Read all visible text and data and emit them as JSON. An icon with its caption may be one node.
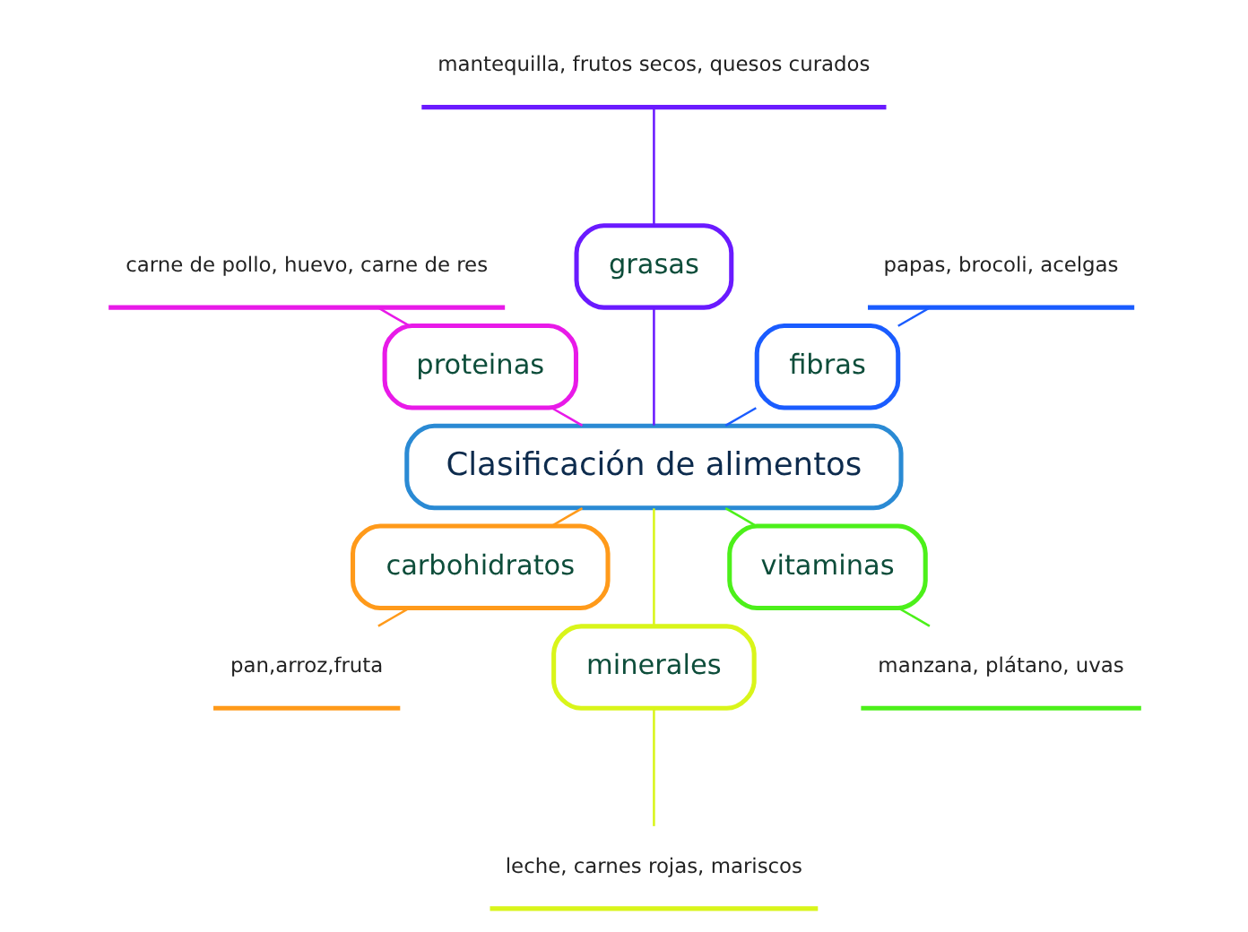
{
  "diagram": {
    "nodes": [
      {
        "text": [
          "Clasificación de alimentos"
        ]
      },
      {
        "text": [
          "fibras"
        ]
      },
      {
        "text": [
          "papas, brocoli, acelgas"
        ]
      },
      {
        "text": [
          "grasas"
        ]
      },
      {
        "text": [
          "mantequilla, frutos secos, quesos curados"
        ]
      },
      {
        "text": [
          "proteinas"
        ]
      },
      {
        "text": [
          "carne de pollo, huevo, carne de res"
        ]
      },
      {
        "text": [
          "carbohidratos"
        ]
      },
      {
        "text": [
          "pan,arroz,fruta"
        ]
      },
      {
        "text": [
          "minerales"
        ]
      },
      {
        "text": [
          "leche, carnes rojas, mariscos"
        ]
      },
      {
        "text": [
          "vitaminas"
        ]
      },
      {
        "text": [
          "manzana, plátano, uvas"
        ]
      }
    ],
    "edges": [
      {
        "from": 0,
        "to": 1,
        "arrow": "none",
        "color": "#1a5cff"
      },
      {
        "from": 1,
        "to": 2,
        "arrow": "none",
        "color": "#1a5cff"
      },
      {
        "from": 0,
        "to": 3,
        "arrow": "none",
        "color": "#6a1aff"
      },
      {
        "from": 3,
        "to": 4,
        "arrow": "none",
        "color": "#6a1aff"
      },
      {
        "from": 0,
        "to": 5,
        "arrow": "none",
        "color": "#e81ae8"
      },
      {
        "from": 5,
        "to": 6,
        "arrow": "none",
        "color": "#e81ae8"
      },
      {
        "from": 0,
        "to": 7,
        "arrow": "none",
        "color": "#ff9a1a"
      },
      {
        "from": 7,
        "to": 8,
        "arrow": "none",
        "color": "#ff9a1a"
      },
      {
        "from": 0,
        "to": 9,
        "arrow": "none",
        "color": "#d9f51a"
      },
      {
        "from": 9,
        "to": 10,
        "arrow": "none",
        "color": "#d9f51a"
      },
      {
        "from": 0,
        "to": 11,
        "arrow": "none",
        "color": "#4cf01a"
      },
      {
        "from": 11,
        "to": 12,
        "arrow": "none",
        "color": "#4cf01a"
      }
    ]
  }
}
